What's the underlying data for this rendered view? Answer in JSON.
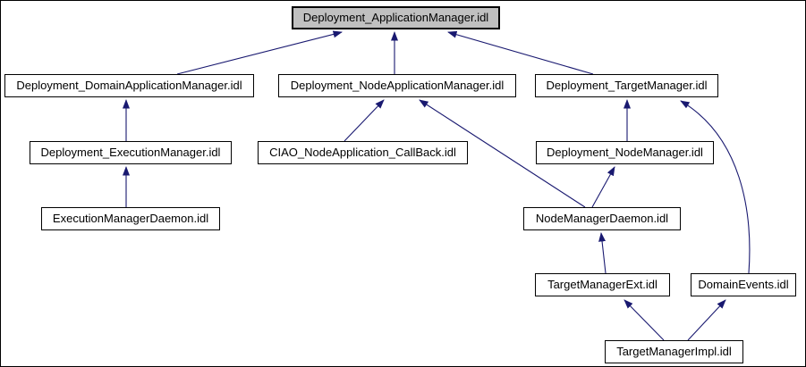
{
  "diagram": {
    "type": "include-dependency-graph",
    "colors": {
      "arrow": "#191970",
      "highlight_fill": "#c0c0c0",
      "node_border": "#000000",
      "node_fill": "#ffffff"
    },
    "nodes": [
      {
        "id": "deployment-application-manager",
        "label": "Deployment_ApplicationManager.idl",
        "highlighted": true
      },
      {
        "id": "deployment-domain-application-manager",
        "label": "Deployment_DomainApplicationManager.idl",
        "highlighted": false
      },
      {
        "id": "deployment-node-application-manager",
        "label": "Deployment_NodeApplicationManager.idl",
        "highlighted": false
      },
      {
        "id": "deployment-target-manager",
        "label": "Deployment_TargetManager.idl",
        "highlighted": false
      },
      {
        "id": "deployment-execution-manager",
        "label": "Deployment_ExecutionManager.idl",
        "highlighted": false
      },
      {
        "id": "ciao-node-application-callback",
        "label": "CIAO_NodeApplication_CallBack.idl",
        "highlighted": false
      },
      {
        "id": "deployment-node-manager",
        "label": "Deployment_NodeManager.idl",
        "highlighted": false
      },
      {
        "id": "execution-manager-daemon",
        "label": "ExecutionManagerDaemon.idl",
        "highlighted": false
      },
      {
        "id": "node-manager-daemon",
        "label": "NodeManagerDaemon.idl",
        "highlighted": false
      },
      {
        "id": "target-manager-ext",
        "label": "TargetManagerExt.idl",
        "highlighted": false
      },
      {
        "id": "domain-events",
        "label": "DomainEvents.idl",
        "highlighted": false
      },
      {
        "id": "target-manager-impl",
        "label": "TargetManagerImpl.idl",
        "highlighted": false
      }
    ],
    "edges": [
      {
        "from": "Deployment_DomainApplicationManager.idl",
        "to": "Deployment_ApplicationManager.idl"
      },
      {
        "from": "Deployment_NodeApplicationManager.idl",
        "to": "Deployment_ApplicationManager.idl"
      },
      {
        "from": "Deployment_TargetManager.idl",
        "to": "Deployment_ApplicationManager.idl"
      },
      {
        "from": "Deployment_ExecutionManager.idl",
        "to": "Deployment_DomainApplicationManager.idl"
      },
      {
        "from": "ExecutionManagerDaemon.idl",
        "to": "Deployment_ExecutionManager.idl"
      },
      {
        "from": "CIAO_NodeApplication_CallBack.idl",
        "to": "Deployment_NodeApplicationManager.idl"
      },
      {
        "from": "NodeManagerDaemon.idl",
        "to": "Deployment_NodeApplicationManager.idl"
      },
      {
        "from": "Deployment_NodeManager.idl",
        "to": "Deployment_TargetManager.idl"
      },
      {
        "from": "NodeManagerDaemon.idl",
        "to": "Deployment_NodeManager.idl"
      },
      {
        "from": "TargetManagerExt.idl",
        "to": "NodeManagerDaemon.idl"
      },
      {
        "from": "DomainEvents.idl",
        "to": "Deployment_TargetManager.idl"
      },
      {
        "from": "TargetManagerImpl.idl",
        "to": "TargetManagerExt.idl"
      },
      {
        "from": "TargetManagerImpl.idl",
        "to": "DomainEvents.idl"
      }
    ]
  }
}
